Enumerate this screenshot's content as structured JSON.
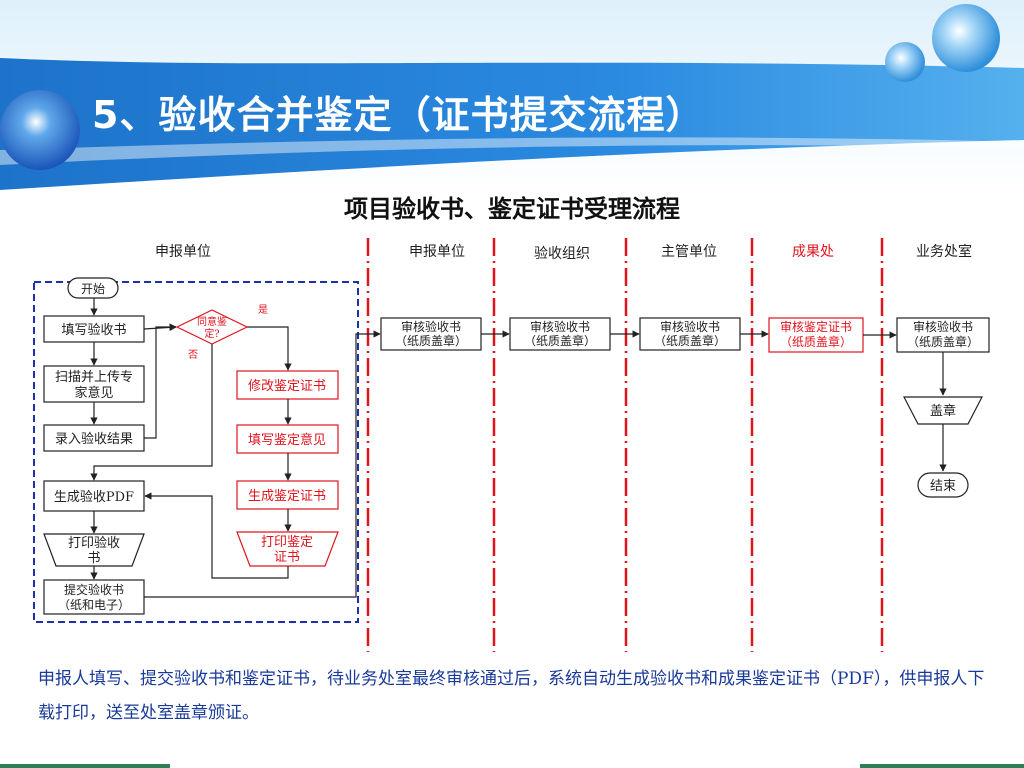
{
  "slide": {
    "title": "5、验收合并鉴定（证书提交流程）",
    "caption": "申报人填写、提交验收书和鉴定证书，待业务处室最终审核通过后，系统自动生成验收书和成果鉴定证书（PDF），供申报人下载打印，送至处室盖章颁证。"
  },
  "diagram": {
    "title": "项目验收书、鉴定证书受理流程",
    "lanes": [
      "申报单位",
      "申报单位",
      "验收组织",
      "主管单位",
      "成果处",
      "业务处室"
    ],
    "nodes": {
      "start": "开始",
      "fill_form": "填写验收书",
      "scan_line1": "扫描并上传专",
      "scan_line2": "家意见",
      "enter_result": "录入验收结果",
      "gen_pdf": "生成验收PDF",
      "print_line1": "打印验收",
      "print_line2": "书",
      "submit_line1": "提交验收书",
      "submit_line2": "（纸和电子）",
      "decision_line1": "同意鉴",
      "decision_line2": "定?",
      "yes": "是",
      "no": "否",
      "modify_cert": "修改鉴定证书",
      "fill_opinion": "填写鉴定意见",
      "gen_cert": "生成鉴定证书",
      "print_cert_line1": "打印鉴定",
      "print_cert_line2": "证书",
      "review_line1": "审核验收书",
      "review_line2": "（纸质盖章）",
      "review_cert_line1": "审核鉴定证书",
      "review_cert_line2": "（纸质盖章）",
      "stamp": "盖章",
      "end": "结束"
    },
    "colors": {
      "lane_divider": "#e0141e",
      "red_box": "#e0141e",
      "dashed_border": "#1f2fb0",
      "text": "#222222"
    }
  }
}
